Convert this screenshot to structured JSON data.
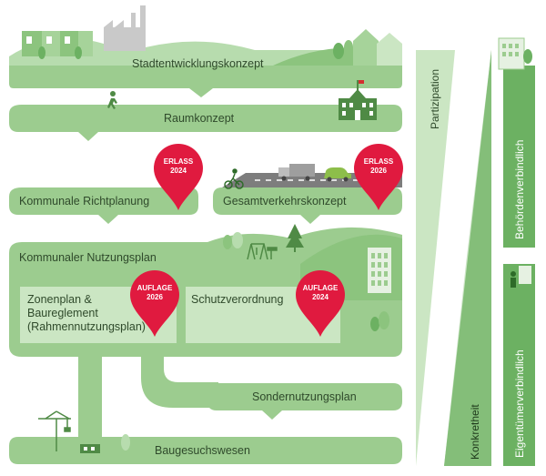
{
  "colors": {
    "band": "#9ccc8f",
    "band_dark": "#6cb162",
    "band_light": "#cbe6c3",
    "pin": "#e01a3f",
    "text": "#2f4a2b"
  },
  "bands": {
    "stadtentwicklung": "Stadtentwicklungskonzept",
    "raumkonzept": "Raumkonzept",
    "richtplanung": "Kommunale Richtplanung",
    "verkehr": "Gesamtverkehrskonzept",
    "nutzungsplan": "Kommunaler Nutzungsplan",
    "zonenplan": [
      "Zonenplan &",
      "Baureglement",
      "(Rahmennutzungsplan)"
    ],
    "schutzverordnung": "Schutzverordnung",
    "sondernutzungsplan": "Sondernutzungsplan",
    "baugesuchswesen": "Baugesuchswesen"
  },
  "axes": {
    "partizipation": "Partizipation",
    "konkretheit": "Konkretheit",
    "behoerdenverbindlich": "Behördenverbindlich",
    "eigentuemerverbindlich": "Eigentümerverbindlich"
  },
  "pins": [
    {
      "name": "pin-erlass-2024-richtplanung",
      "line1": "ERLASS",
      "line2": "2024"
    },
    {
      "name": "pin-erlass-2026-verkehr",
      "line1": "ERLASS",
      "line2": "2026"
    },
    {
      "name": "pin-auflage-2026-zonenplan",
      "line1": "AUFLAGE",
      "line2": "2026"
    },
    {
      "name": "pin-auflage-2024-schutzverordnung",
      "line1": "AUFLAGE",
      "line2": "2024"
    }
  ],
  "icons": [
    "factory-icon",
    "houses-icon",
    "person-walking-icon",
    "school-icon",
    "cyclist-icon",
    "truck-icon",
    "car-icon",
    "playground-icon",
    "tree-icon",
    "tower-building-icon",
    "crane-icon",
    "building-site-icon",
    "office-building-icon",
    "person-icon"
  ]
}
